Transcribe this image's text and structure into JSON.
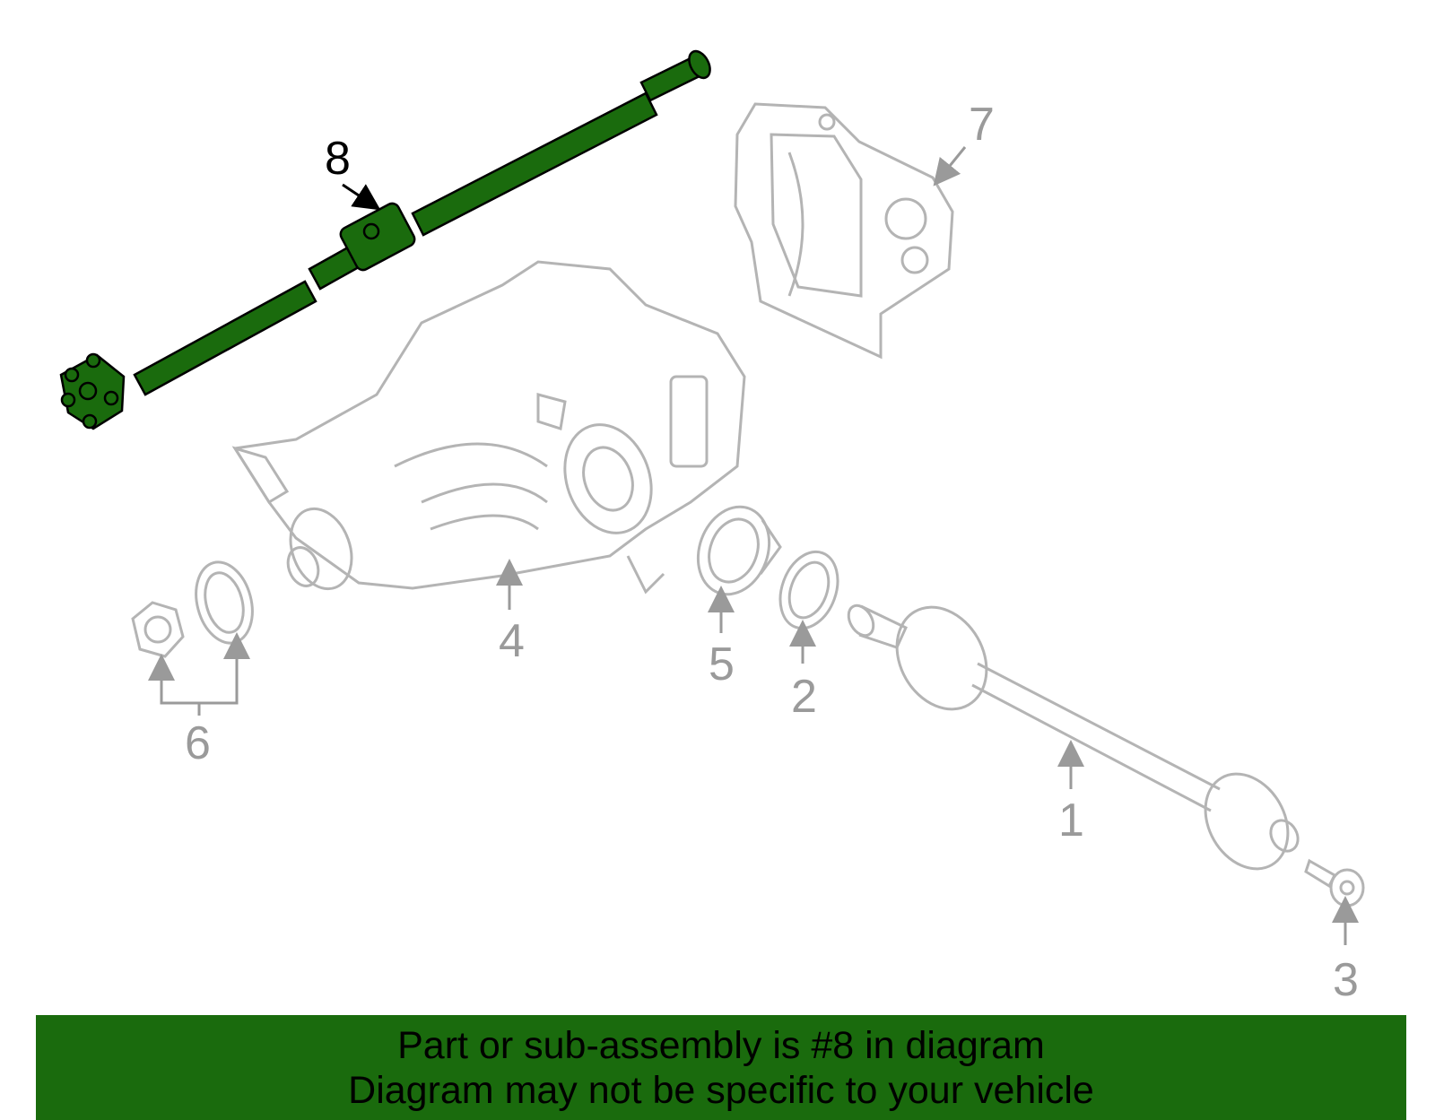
{
  "diagram": {
    "parts": [
      {
        "id": "1",
        "name": "axle-shaft"
      },
      {
        "id": "2",
        "name": "seal-ring"
      },
      {
        "id": "3",
        "name": "bolt"
      },
      {
        "id": "4",
        "name": "differential-housing"
      },
      {
        "id": "5",
        "name": "flange-seal"
      },
      {
        "id": "6",
        "name": "nut-and-seal"
      },
      {
        "id": "7",
        "name": "differential-cover"
      },
      {
        "id": "8",
        "name": "drive-shaft"
      }
    ],
    "highlighted_part": "8",
    "colors": {
      "highlight": "#1a6b0d",
      "outline": "#b4b4b4",
      "callout_gray": "#9a9a9a",
      "callout_black": "#000000"
    }
  },
  "banner": {
    "line1": "Part or sub-assembly is #8 in diagram",
    "line2": "Diagram may not be specific to your vehicle",
    "background": "#1a6b0d"
  }
}
